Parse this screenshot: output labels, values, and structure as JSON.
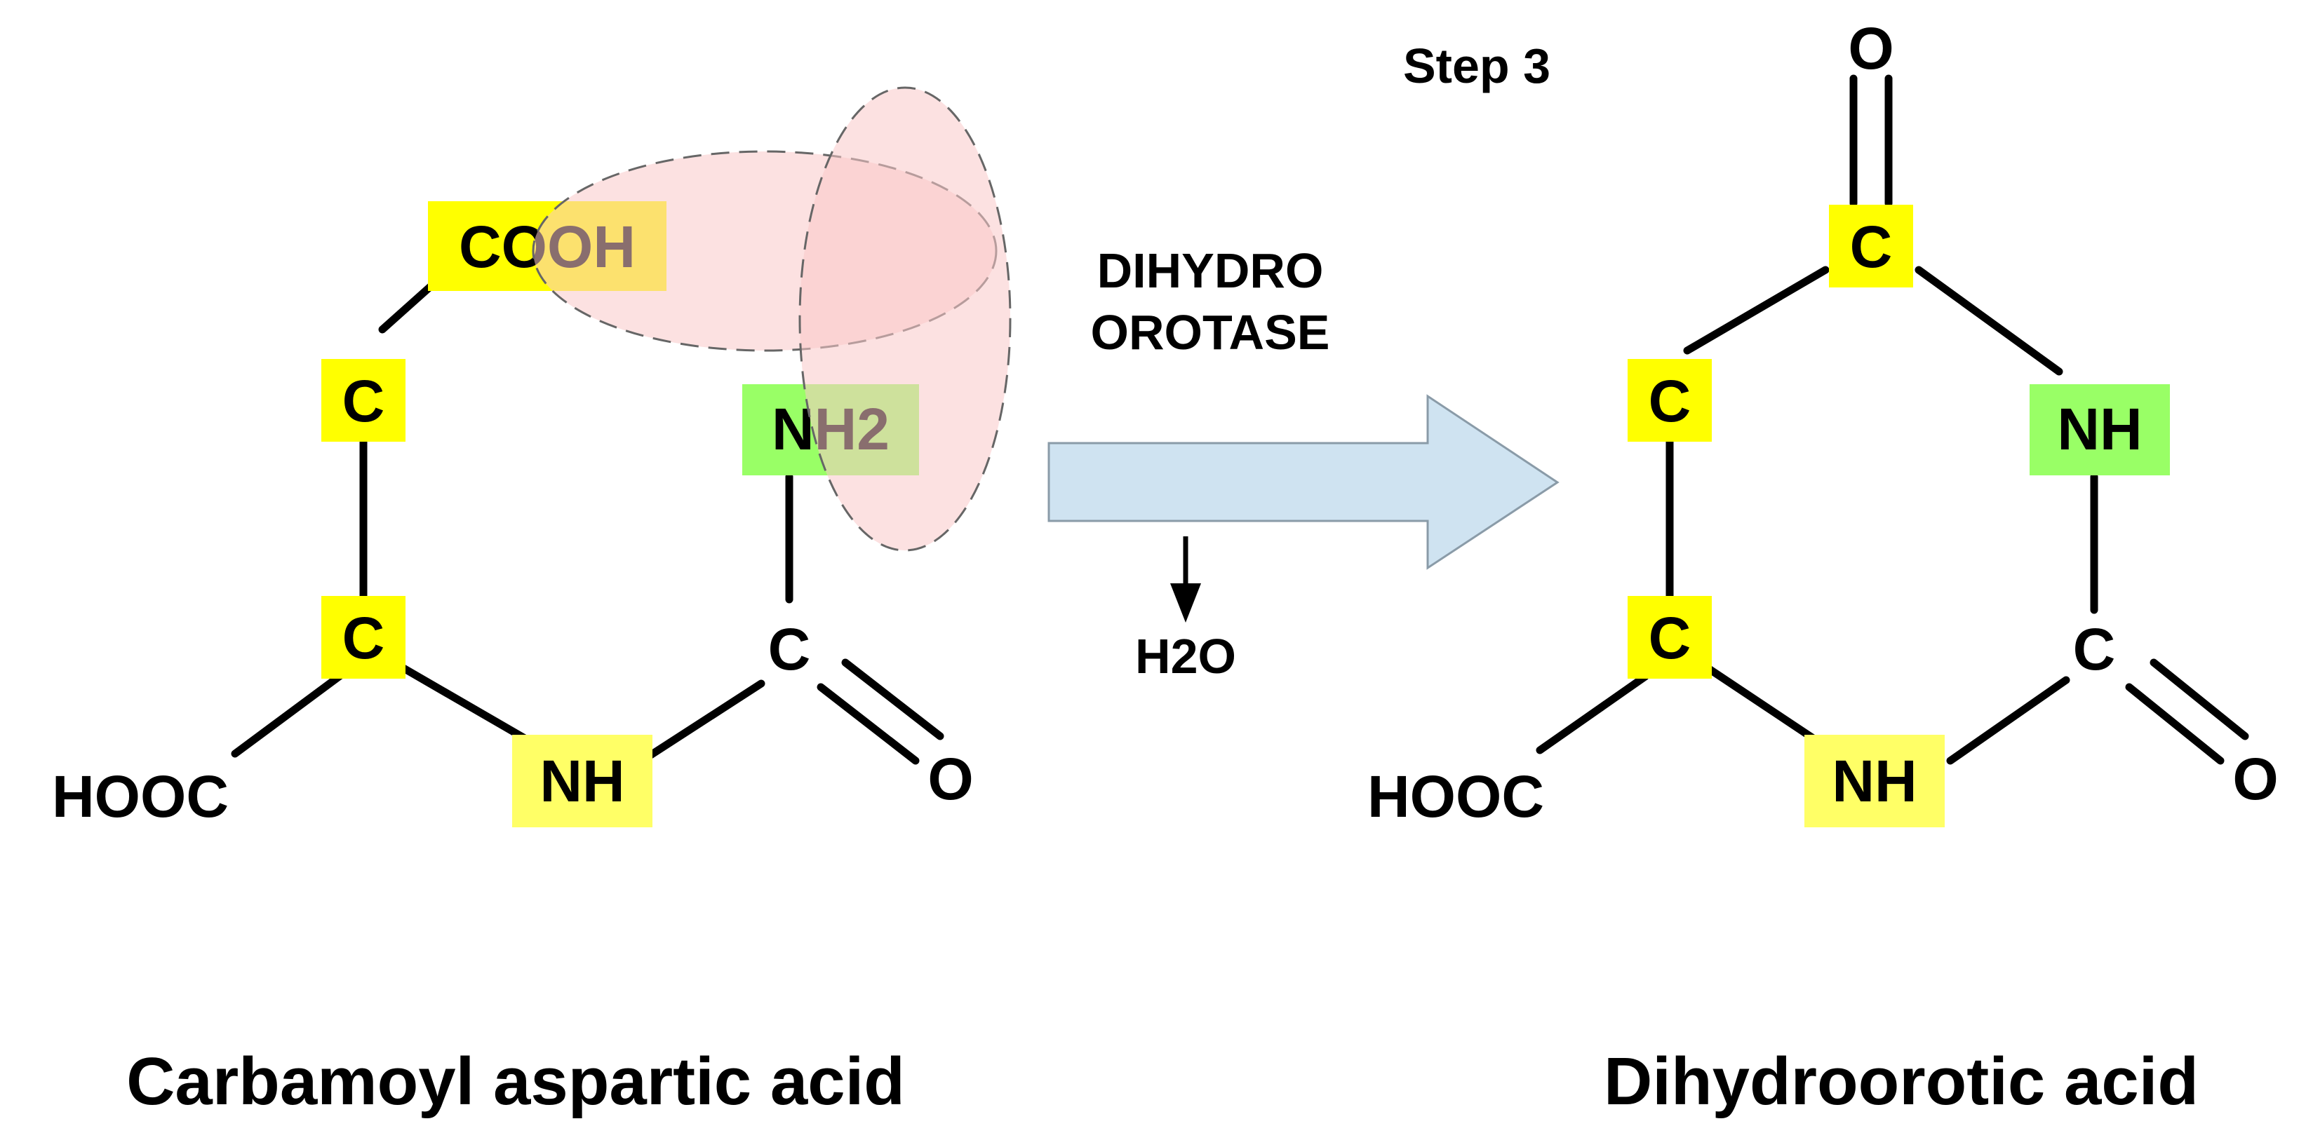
{
  "step_label": "Step 3",
  "enzyme": {
    "line1": "DIHYDRO",
    "line2": "OROTASE"
  },
  "byproduct": "H2O",
  "reactant": {
    "name": "Carbamoyl aspartic acid",
    "atoms": {
      "carboxyl": "COOH",
      "c_upper": "C",
      "c_lower": "C",
      "amine": "NH2",
      "carbonyl_c": "C",
      "nh": "NH",
      "hooc": "HOOC",
      "o": "O"
    }
  },
  "product": {
    "name": "Dihydroorotic acid",
    "atoms": {
      "top_o": "O",
      "top_c": "C",
      "c_upper": "C",
      "c_lower": "C",
      "nh_right": "NH",
      "carbonyl_c": "C",
      "nh_bottom": "NH",
      "hooc": "HOOC",
      "o": "O"
    }
  },
  "colors": {
    "yellow": "#ffff00",
    "light_yellow": "#ffff66",
    "green": "#99ff66",
    "arrow_fill": "#cfe3f1",
    "ellipse_fill": "#f9c8c8"
  }
}
